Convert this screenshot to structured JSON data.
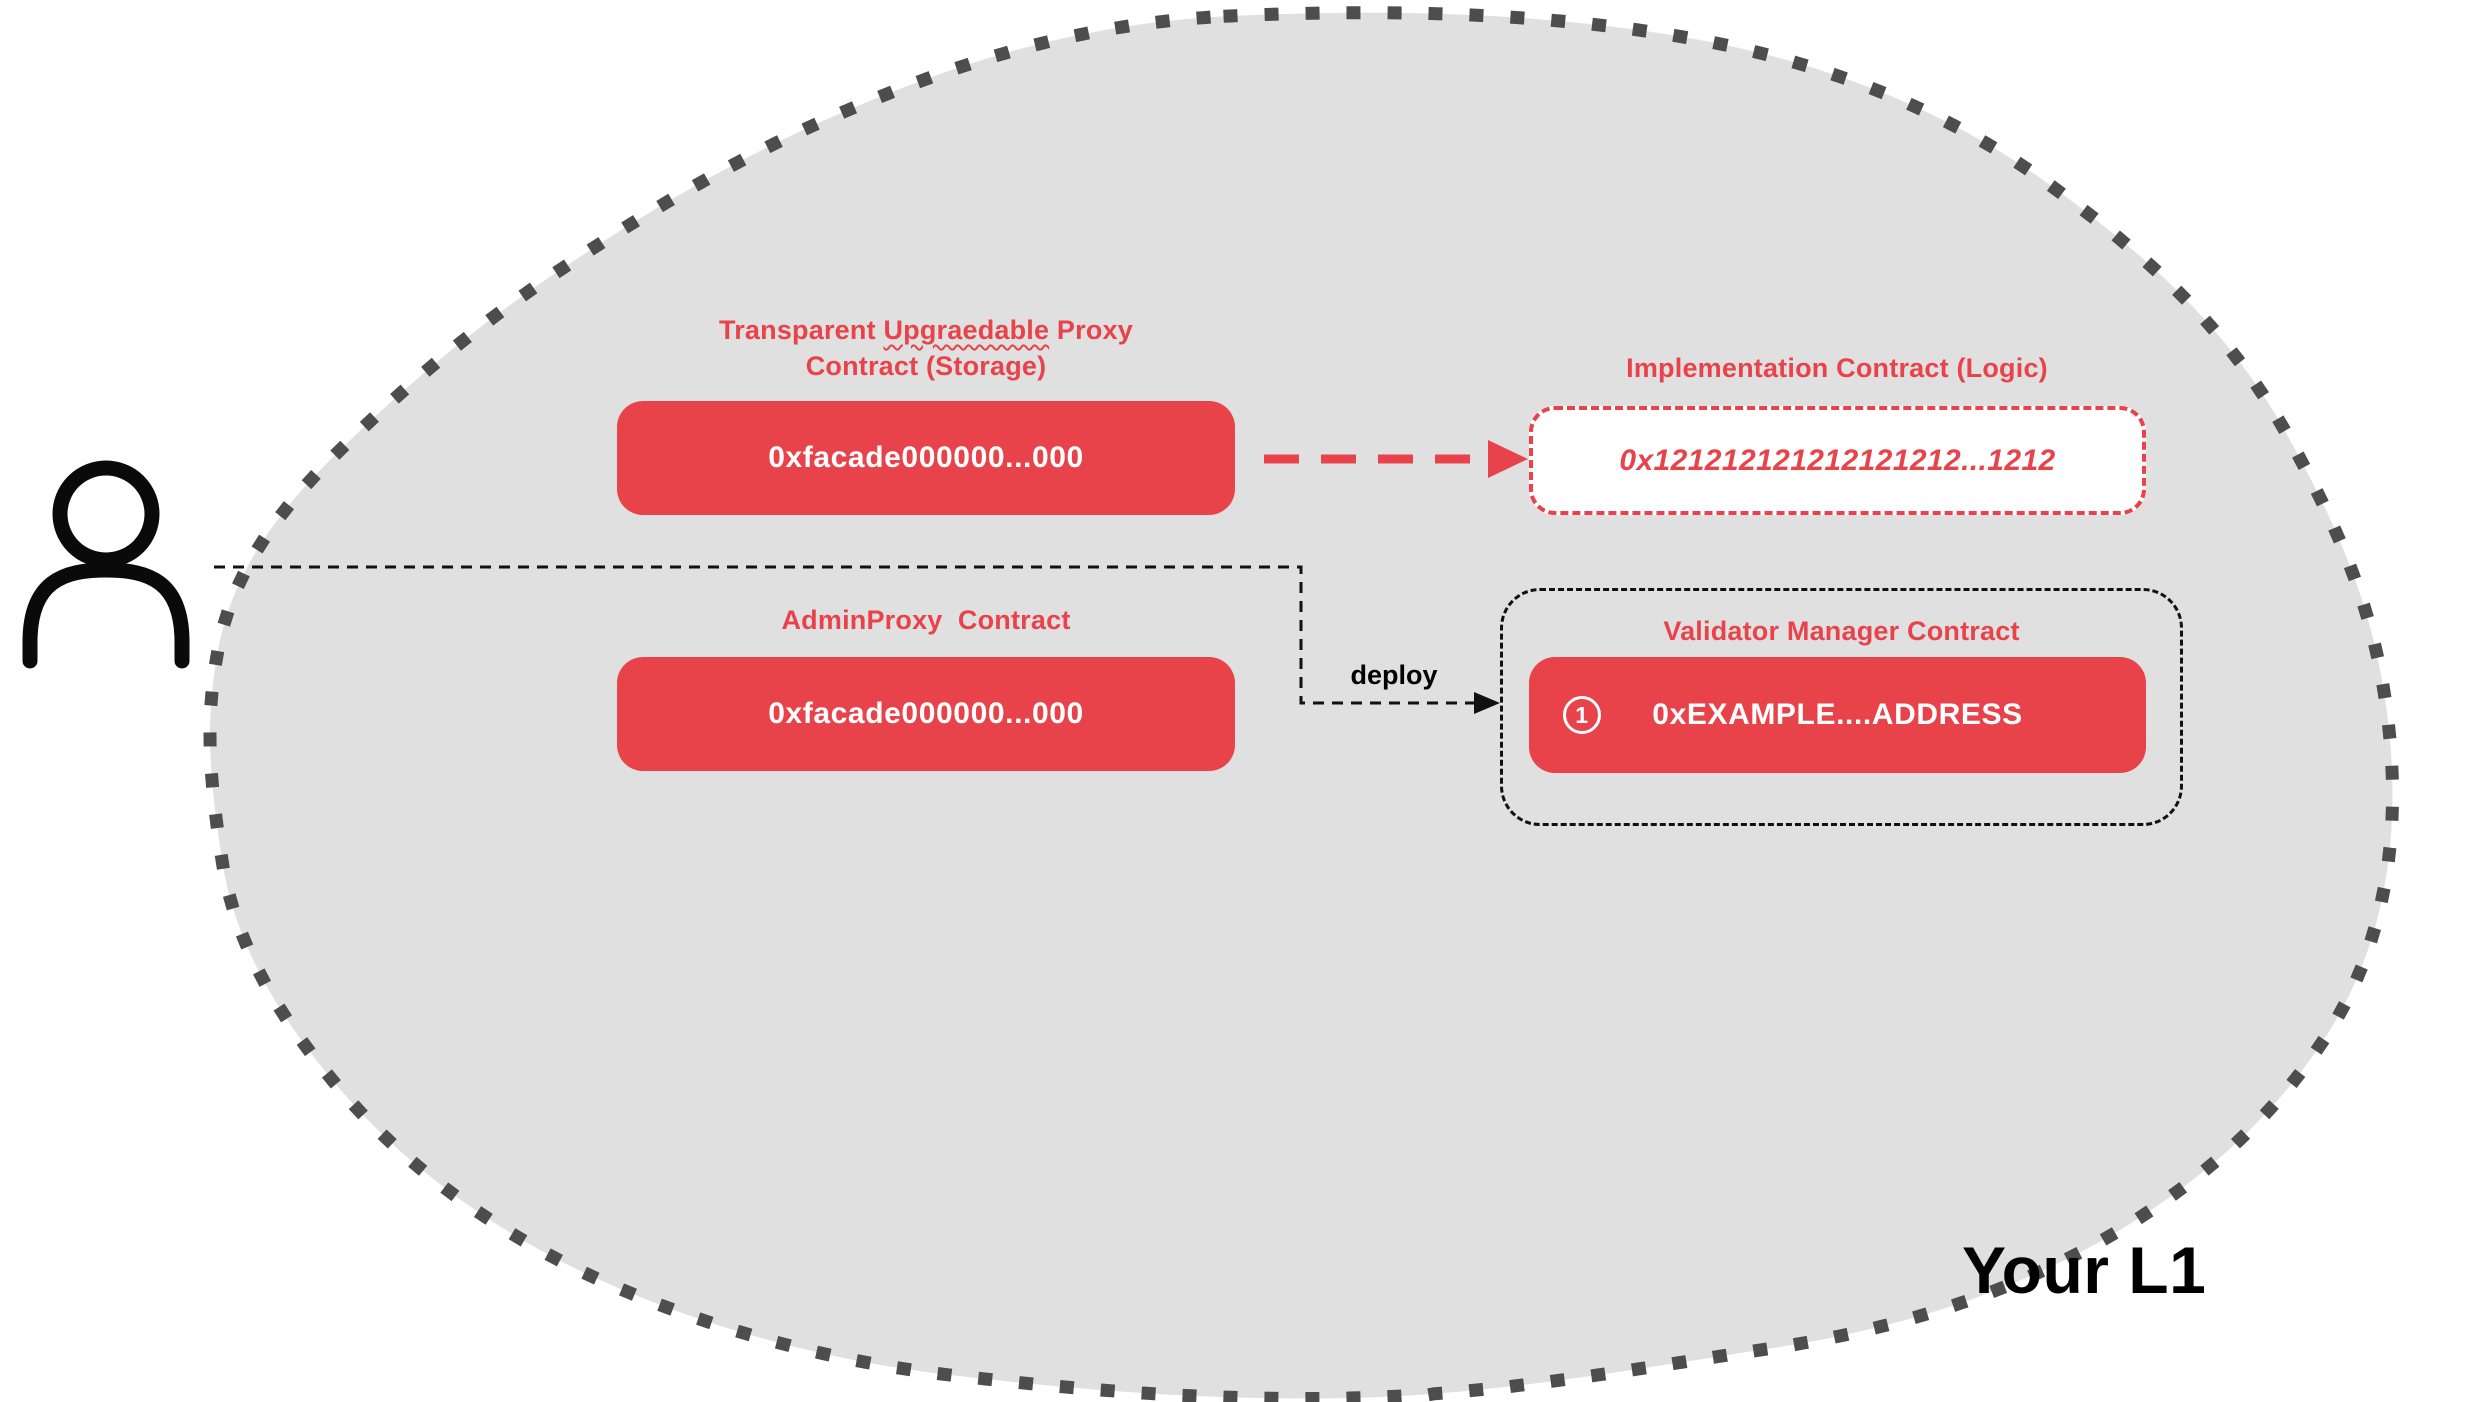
{
  "diagram": {
    "region_label": "Your L1",
    "deploy_label": "deploy",
    "proxy": {
      "title_pre": "Transparent ",
      "title_wavy": "Upgraedable",
      "title_post": " Proxy",
      "title_line2": "Contract (Storage)",
      "address": "0xfacade000000...000"
    },
    "implementation": {
      "title": "Implementation Contract (Logic)",
      "address": "0x121212121212121212...1212"
    },
    "admin_proxy": {
      "title": "AdminProxy  Contract",
      "address": "0xfacade000000...000"
    },
    "validator_manager": {
      "title": "Validator Manager Contract",
      "badge": "1",
      "address": "0xEXAMPLE....ADDRESS"
    },
    "colors": {
      "accent_red": "#e8434a",
      "blob_fill": "#e0e0e0",
      "dot_border": "#4d4d4d",
      "line_black": "#111111"
    }
  }
}
